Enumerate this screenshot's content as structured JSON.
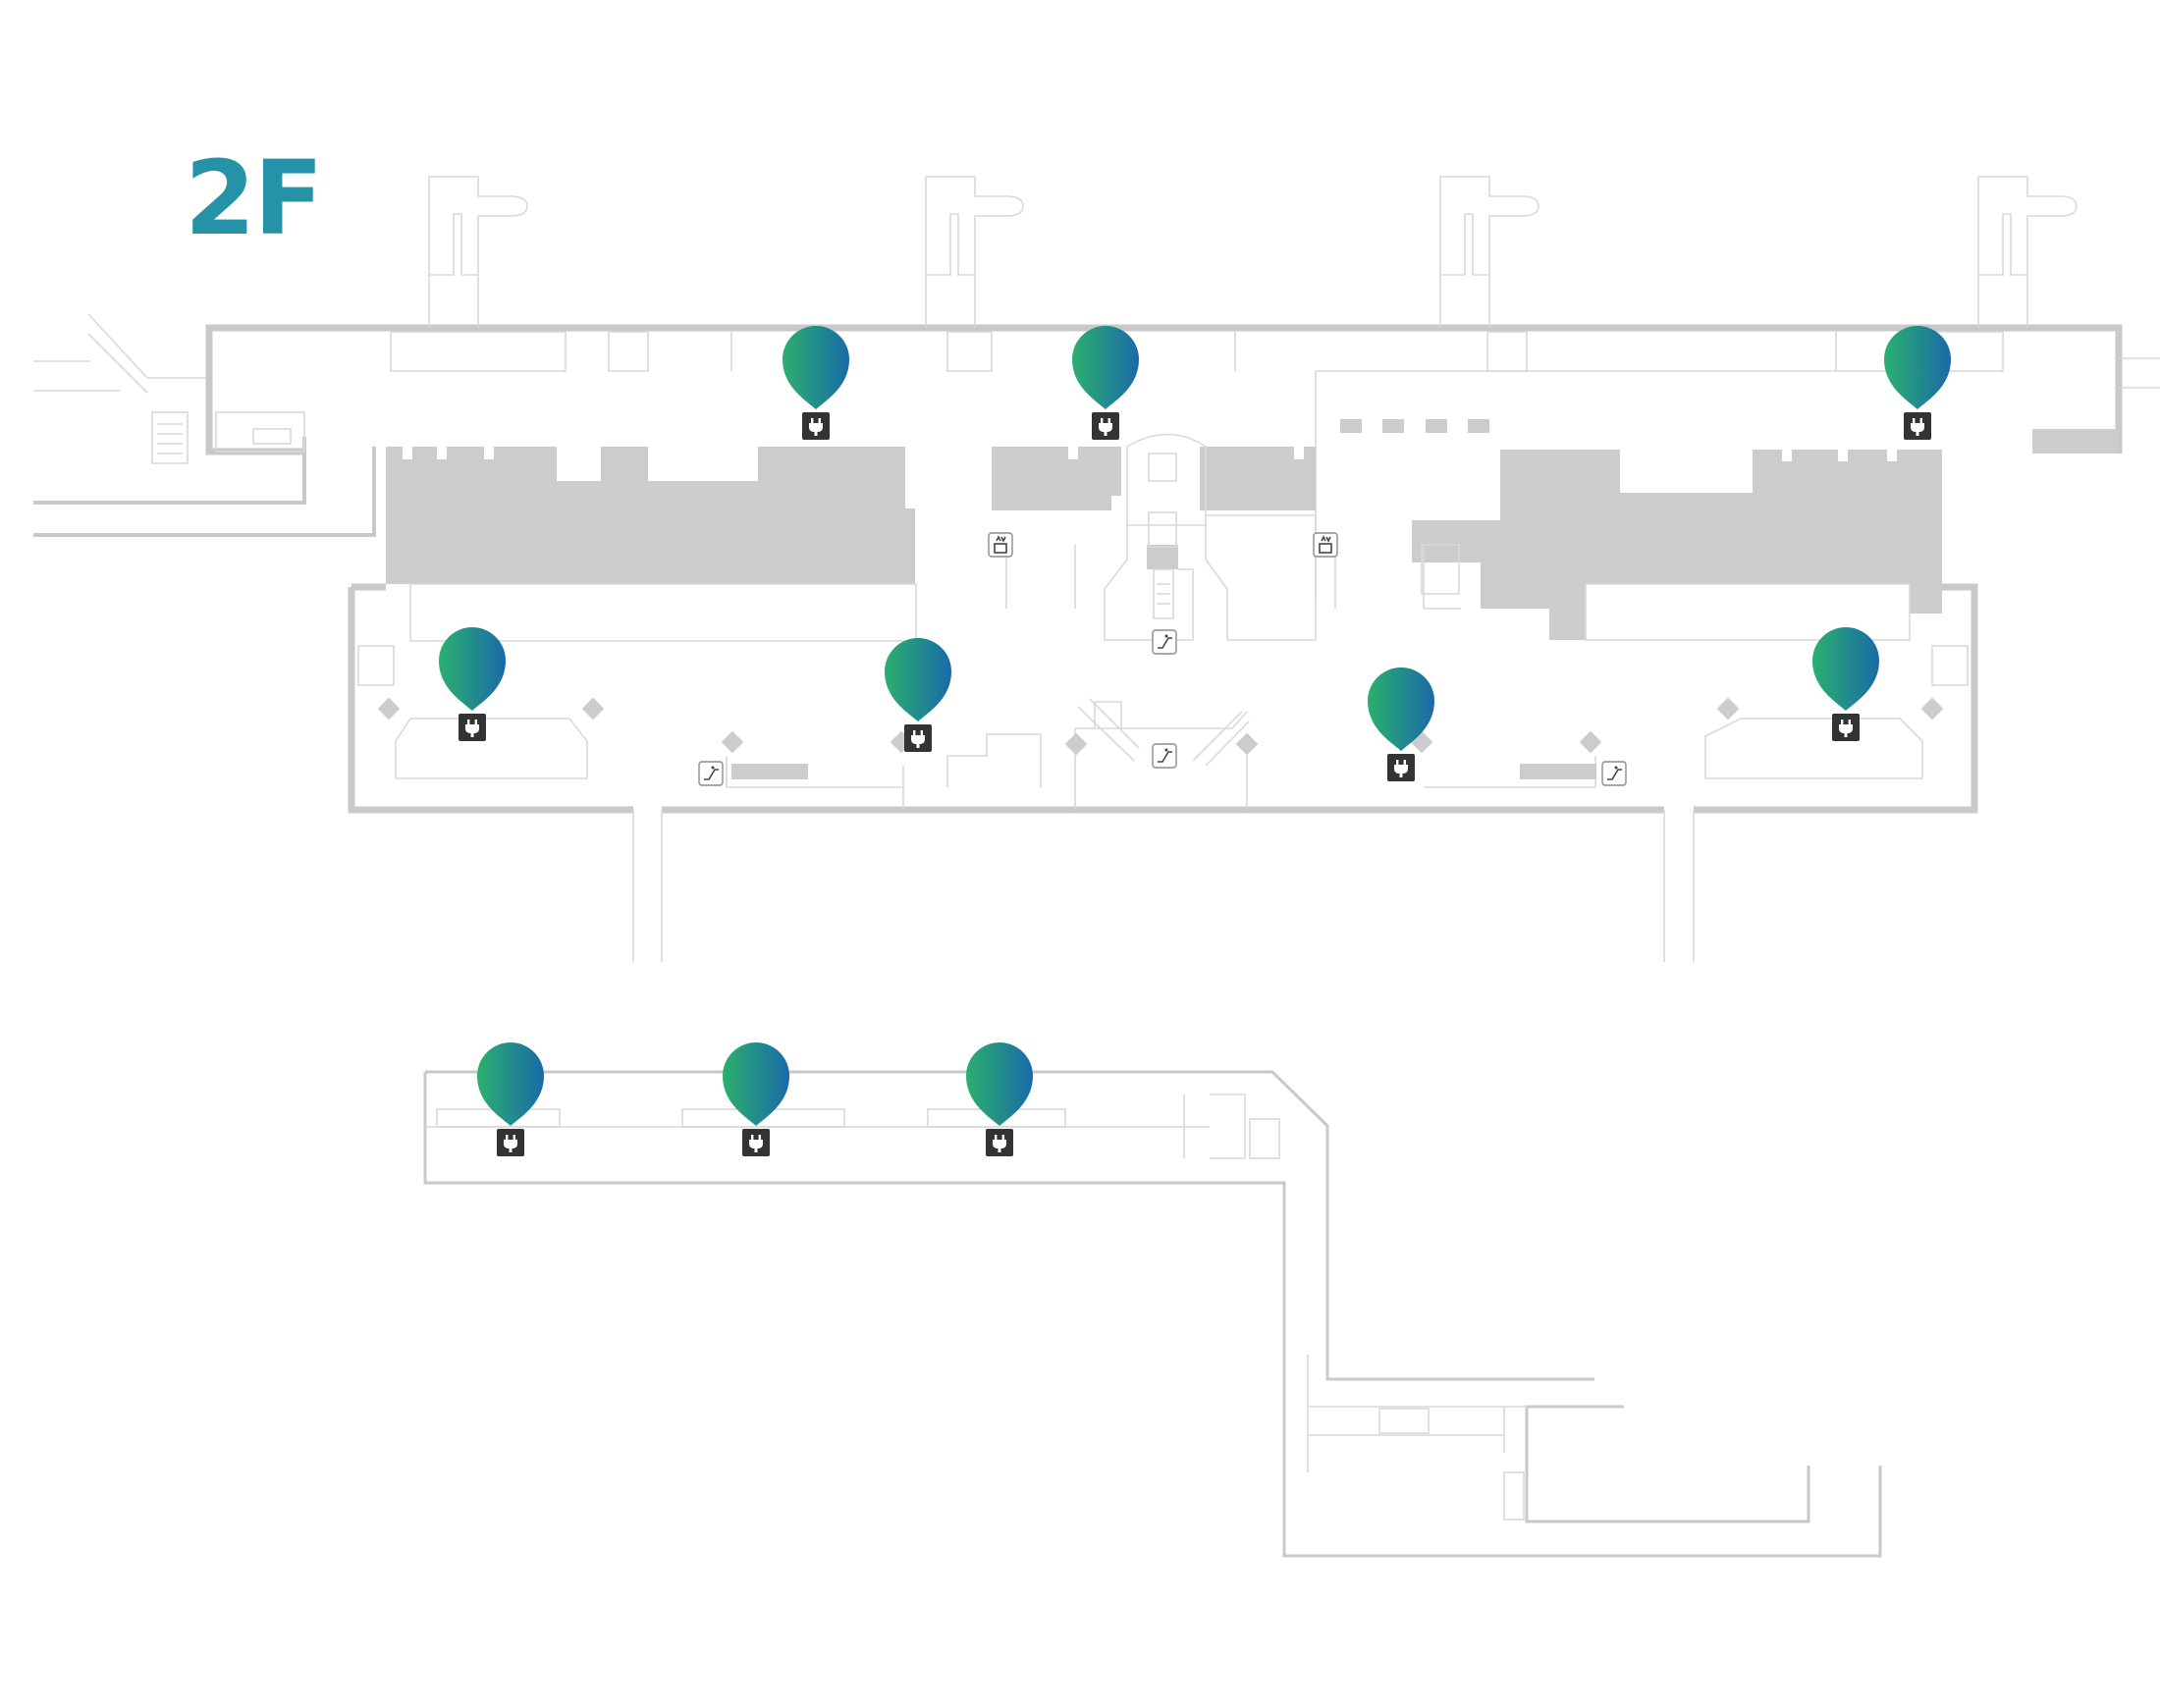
{
  "floor": {
    "label": "2F"
  },
  "colors": {
    "floor_label": "#2592a8",
    "pin_gradient_start": "#2bb06e",
    "pin_gradient_end": "#1a6aa8",
    "structure_fill": "#cccccc",
    "outline": "#c9c9c9",
    "plate": "#333333"
  },
  "marker_icon": "power-outlet-icon",
  "facility_icons": [
    "escalator-icon",
    "elevator-icon"
  ],
  "markers": [
    {
      "id": "outlet-1",
      "icon": "power-outlet-icon"
    },
    {
      "id": "outlet-2",
      "icon": "power-outlet-icon"
    },
    {
      "id": "outlet-3",
      "icon": "power-outlet-icon"
    },
    {
      "id": "outlet-4",
      "icon": "power-outlet-icon"
    },
    {
      "id": "outlet-5",
      "icon": "power-outlet-icon"
    },
    {
      "id": "outlet-6",
      "icon": "power-outlet-icon"
    },
    {
      "id": "outlet-7",
      "icon": "power-outlet-icon"
    },
    {
      "id": "outlet-8",
      "icon": "power-outlet-icon"
    },
    {
      "id": "outlet-9",
      "icon": "power-outlet-icon"
    },
    {
      "id": "outlet-10",
      "icon": "power-outlet-icon"
    },
    {
      "id": "outlet-11",
      "icon": "power-outlet-icon"
    }
  ]
}
